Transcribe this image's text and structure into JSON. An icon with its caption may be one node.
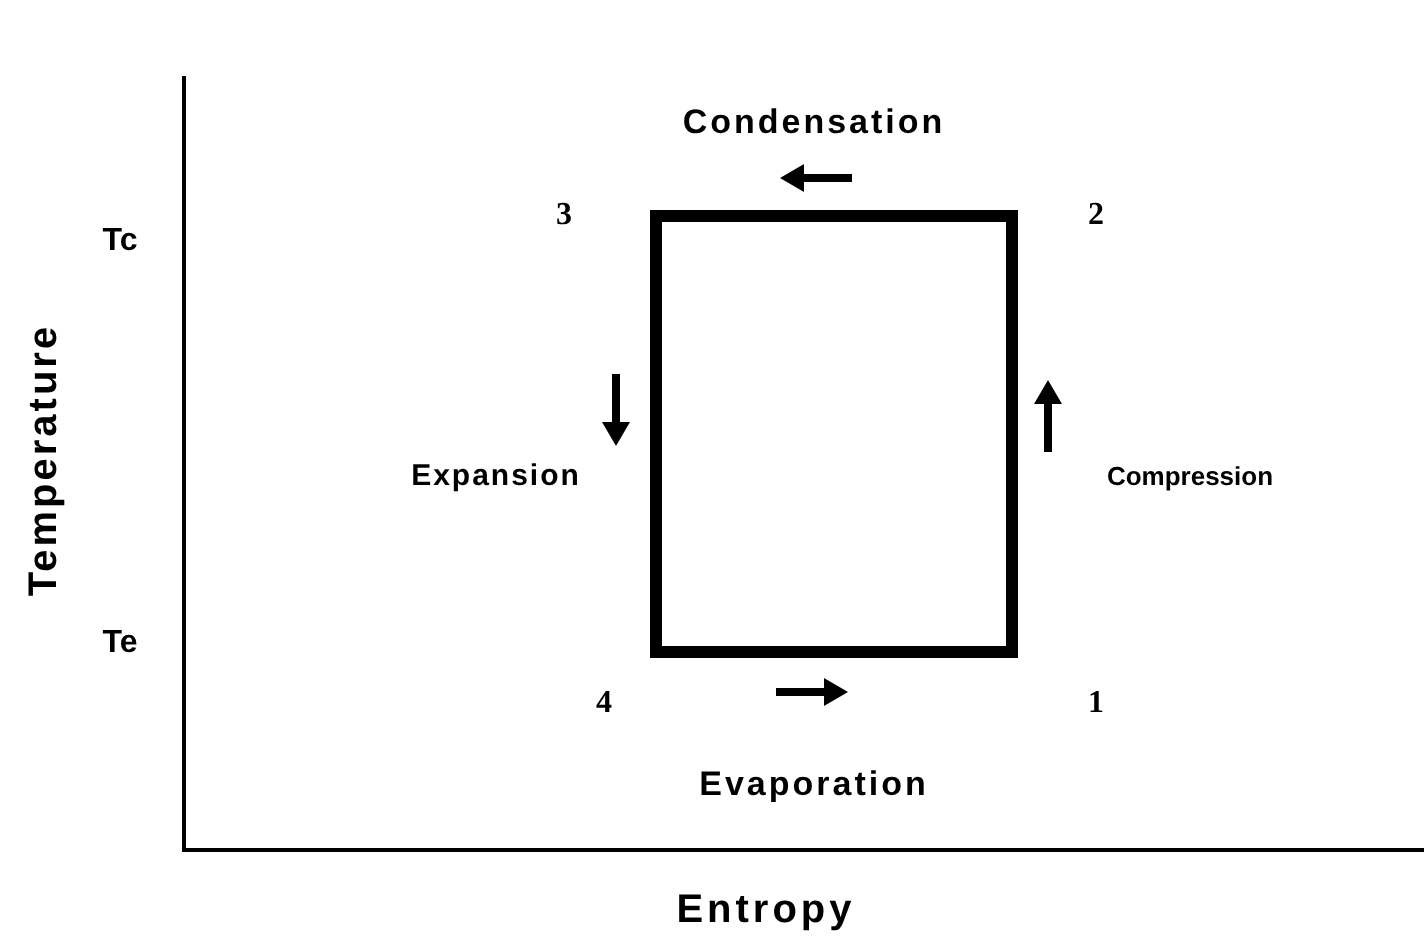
{
  "diagram": {
    "nodes": [
      {
        "text": [
          "1"
        ]
      },
      {
        "text": [
          "2"
        ]
      },
      {
        "text": [
          "3"
        ]
      },
      {
        "text": [
          "4"
        ]
      }
    ],
    "edges": [
      {
        "from": 0,
        "to": 1,
        "arrow": "none",
        "label": "Compression"
      },
      {
        "from": 1,
        "to": 2,
        "arrow": "none",
        "label": "Condensation"
      },
      {
        "from": 2,
        "to": 3,
        "arrow": "none",
        "label": "Expansion"
      },
      {
        "from": 3,
        "to": 0,
        "arrow": "none",
        "label": "Evaporation"
      }
    ],
    "labels": [
      "Temperature",
      "Tc",
      "Te",
      "Entropy"
    ]
  }
}
